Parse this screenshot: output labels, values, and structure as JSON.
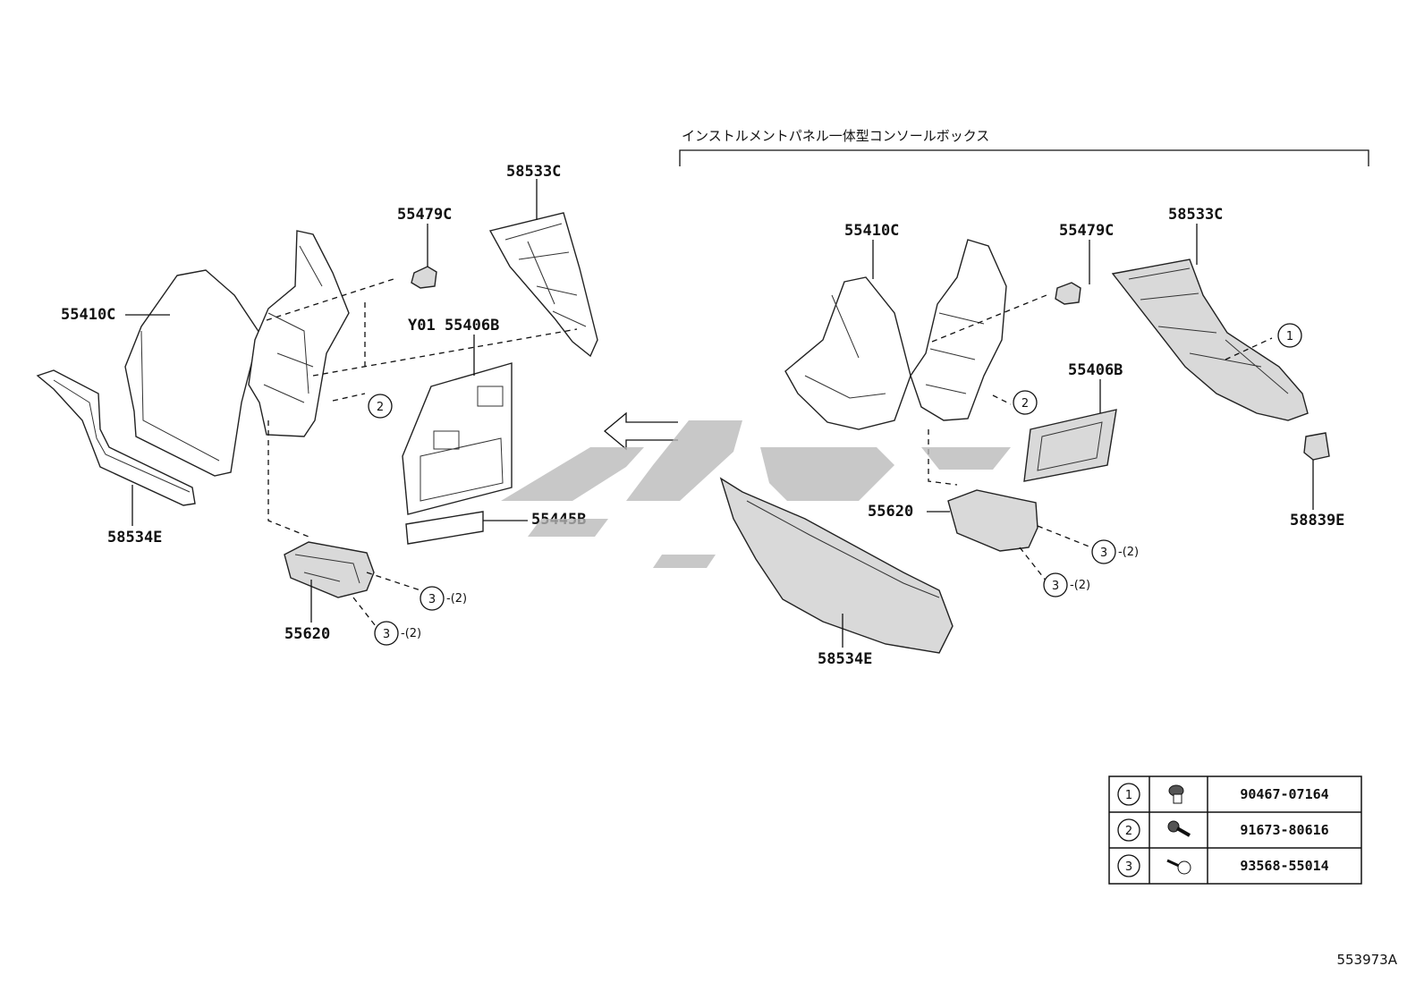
{
  "header_note": "インストルメントパネル一体型コンソールボックス",
  "left_group": {
    "label_58533c": "58533C",
    "label_55479c": "55479C",
    "label_55410c": "55410C",
    "label_55406b": "Y01 55406B",
    "label_58534e": "58534E",
    "label_55445b": "55445B",
    "label_55620": "55620",
    "callout_2": "2",
    "callout_3a": "3",
    "qty_3a": "-(2)",
    "callout_3b": "3",
    "qty_3b": "-(2)"
  },
  "right_group": {
    "label_55410c": "55410C",
    "label_55479c": "55479C",
    "label_58533c": "58533C",
    "label_55406b": "55406B",
    "label_55620": "55620",
    "label_58839e": "58839E",
    "label_58534e": "58534E",
    "callout_1": "1",
    "callout_2": "2",
    "callout_3a": "3",
    "qty_3a": "-(2)",
    "callout_3b": "3",
    "qty_3b": "-(2)"
  },
  "fastener_table": [
    {
      "ref": "1",
      "part_no": "90467-07164",
      "icon": "clip-icon"
    },
    {
      "ref": "2",
      "part_no": "91673-80616",
      "icon": "bolt-icon"
    },
    {
      "ref": "3",
      "part_no": "93568-55014",
      "icon": "screw-icon"
    }
  ],
  "footer_code": "553973A"
}
